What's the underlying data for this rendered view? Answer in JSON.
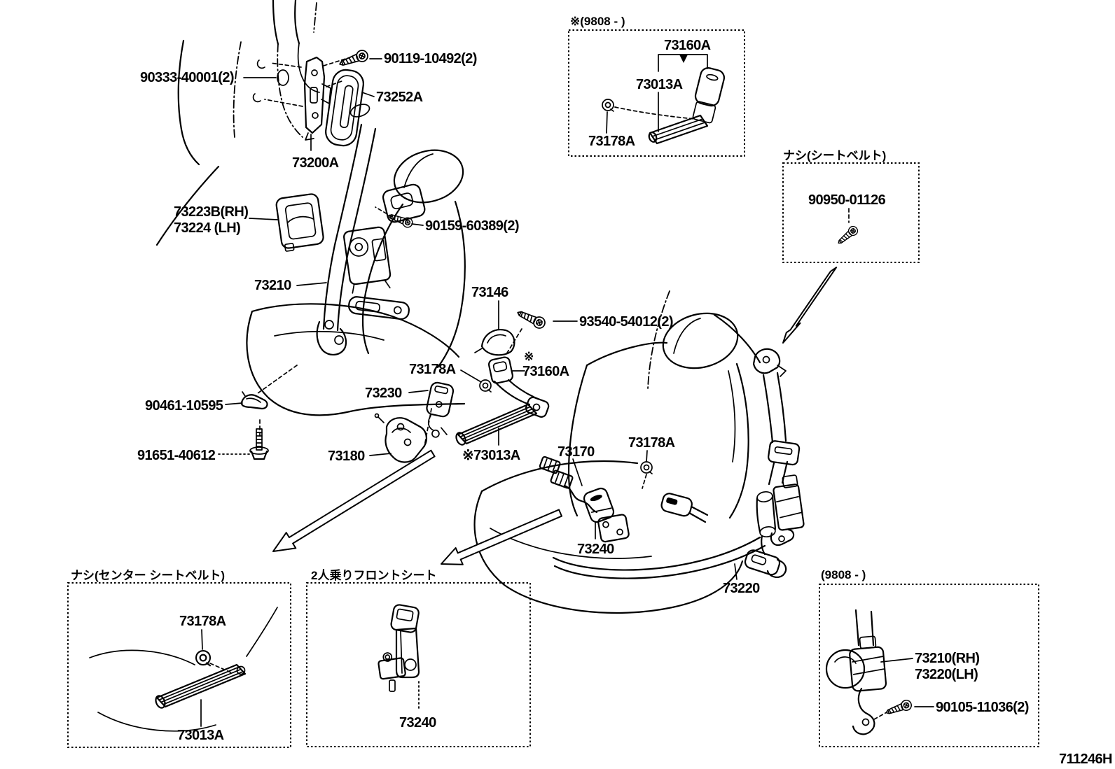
{
  "colors": {
    "ink": "#000000",
    "paper": "#ffffff"
  },
  "main": {
    "p90333": "90333-40001(2)",
    "p90119": "90119-10492(2)",
    "p73252a": "73252A",
    "p73200a": "73200A",
    "p73223b": "73223B(RH)",
    "p73224": "73224 (LH)",
    "p90159": "90159-60389(2)",
    "p73210": "73210",
    "p73146": "73146",
    "p93540": "93540-54012(2)",
    "p73178a_center": "73178A",
    "asterisk": "※",
    "p73160a_center": "73160A",
    "p73230": "73230",
    "p90461": "90461-10595",
    "p91651": "91651-40612",
    "p73180": "73180",
    "p73013a_center": "※73013A",
    "p73170": "73170",
    "p73178a_right": "73178A",
    "p73240": "73240",
    "p73220": "73220"
  },
  "box_9808_top": {
    "header": "※(9808 -     )",
    "p73160a": "73160A",
    "p73013a": "73013A",
    "p73178a": "73178A"
  },
  "box_nashi_seatbelt": {
    "header": "ナシ(シートベルト)",
    "p90950": "90950-01126"
  },
  "box_nashi_center": {
    "header": "ナシ(センター  シートベルト)",
    "p73178a": "73178A",
    "p73013a": "73013A"
  },
  "box_two_seater": {
    "header": "2人乗りフロントシート",
    "p73240": "73240"
  },
  "box_9808_bottom": {
    "header": "(9808 -     )",
    "p73210rh": "73210(RH)",
    "p73220lh": "73220(LH)",
    "p90105": "90105-11036(2)"
  },
  "footer": {
    "code": "711246H"
  }
}
